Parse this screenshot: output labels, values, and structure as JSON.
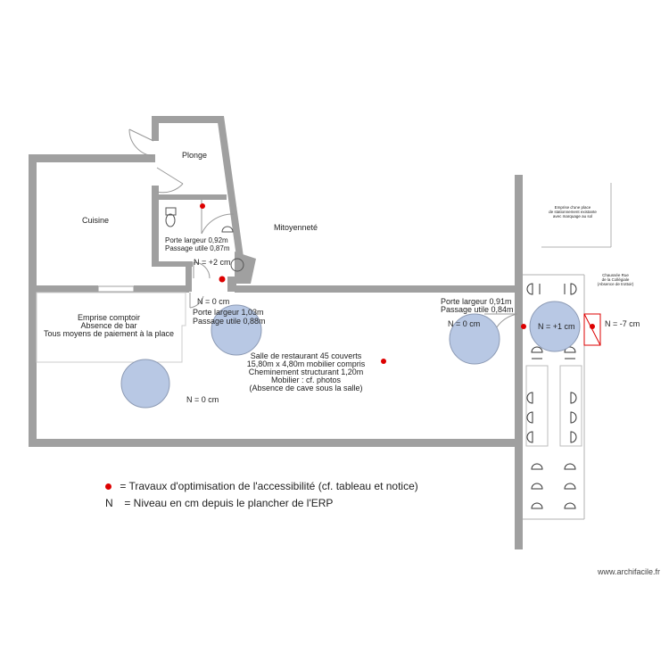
{
  "rooms": {
    "plonge": "Plonge",
    "cuisine": "Cuisine",
    "mitoyennete": "Mitoyenneté"
  },
  "comptoir": [
    "Emprise comptoir",
    "Absence de bar",
    "Tous moyens de paiement à la place"
  ],
  "salle": [
    "Salle de restaurant 45 couverts",
    "15,80m x 4,80m mobilier compris",
    "Cheminement structurant 1,20m",
    "Mobilier : cf. photos",
    "(Absence de cave sous la salle)"
  ],
  "doors": {
    "wc_door": [
      "Porte largeur 0,92m",
      "Passage utile 0,87m"
    ],
    "main_door": [
      "Porte largeur 1,03m",
      "Passage utile 0,88m"
    ],
    "terrace_door": [
      "Porte largeur 0,91m",
      "Passage utile 0,84m"
    ]
  },
  "levels": {
    "wc": "N = +2 cm",
    "corridor": "N = 0 cm",
    "salle": "N = 0 cm",
    "right_zone": "N = 0 cm",
    "terrace": "N = +1 cm",
    "street": "N = -7 cm"
  },
  "small_notes": {
    "parking": [
      "Emprise d'une place",
      "de stationnement existante",
      "avec marquage au sol"
    ],
    "chaussee": [
      "Chaussée Rue",
      "de la Collégiale",
      "(Absence de trottoir)"
    ]
  },
  "legend": {
    "dot_text": " = Travaux d'optimisation de l'accessibilité (cf. tableau et notice)",
    "n_key": "N",
    "n_text": " = Niveau en cm depuis le plancher de l'ERP"
  },
  "watermark": "www.archifacile.fr",
  "colors": {
    "wall": "#a0a0a0",
    "table_fill": "#b8c8e4",
    "table_stroke": "#8c9ab4",
    "marker": "#dd0000"
  }
}
